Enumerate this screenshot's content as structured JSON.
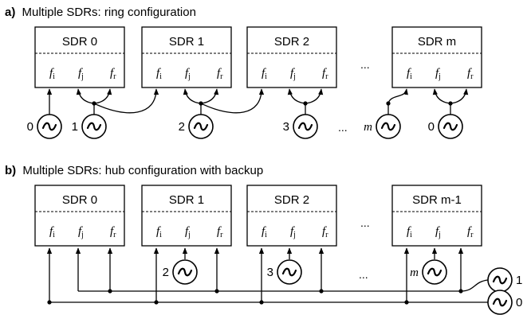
{
  "panel_a": {
    "letter": "a)",
    "title": "Multiple SDRs: ring configuration",
    "boxes": [
      "SDR 0",
      "SDR 1",
      "SDR 2",
      "SDR m"
    ],
    "ports": [
      "f",
      "f",
      "f"
    ],
    "port_subscripts": [
      "i",
      "j",
      "r"
    ],
    "ellipsis": "...",
    "oscillators": [
      "0",
      "1",
      "2",
      "3",
      "m",
      "0"
    ]
  },
  "panel_b": {
    "letter": "b)",
    "title": "Multiple SDRs: hub configuration with backup",
    "boxes": [
      "SDR 0",
      "SDR 1",
      "SDR 2",
      "SDR m-1"
    ],
    "ports": [
      "f",
      "f",
      "f"
    ],
    "port_subscripts": [
      "i",
      "j",
      "r"
    ],
    "ellipsis": "...",
    "oscillators": [
      "2",
      "3",
      "m",
      "1",
      "0"
    ]
  }
}
